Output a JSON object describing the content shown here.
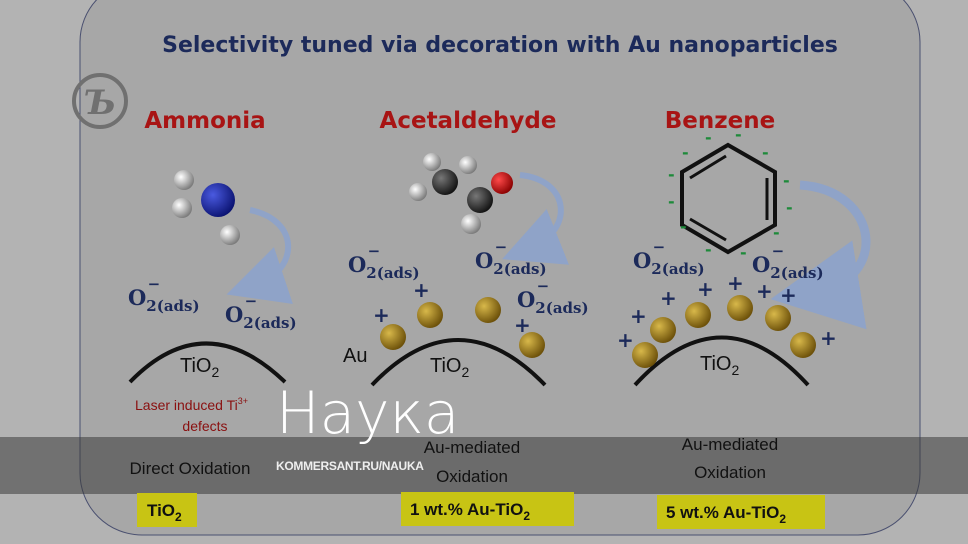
{
  "title": "Selectivity tuned via decoration with Au nanoparticles",
  "columns": [
    {
      "molecule": "Ammonia",
      "mechanism": "Direct Oxidation",
      "catalyst": "TiO",
      "catalyst_sub": "2",
      "note_line1": "Laser induced Ti",
      "note_sup": "3+",
      "note_line2": "defects"
    },
    {
      "molecule": "Acetaldehyde",
      "mechanism_line1": "Au-mediated",
      "mechanism_line2": "Oxidation",
      "catalyst": "1 wt.% Au-TiO",
      "catalyst_sub": "2",
      "au_label": "Au"
    },
    {
      "molecule": "Benzene",
      "mechanism_line1": "Au-mediated",
      "mechanism_line2": "Oxidation",
      "catalyst": "5 wt.% Au-TiO",
      "catalyst_sub": "2"
    }
  ],
  "species": {
    "o2": "O",
    "o2_sub": "2(ads)",
    "o2_sup": "−",
    "support": "TiO",
    "support_sub": "2",
    "plus": "+",
    "minus": "-"
  },
  "watermark": {
    "word": "Наука",
    "url": "KOMMERSANT.RU/NAUKA",
    "logo": "Ъ"
  },
  "colors": {
    "title": "#1c2a5a",
    "molecule": "#a81414",
    "highlight": "#c8c414",
    "gold": "#8a6a12",
    "band": "#646464"
  }
}
